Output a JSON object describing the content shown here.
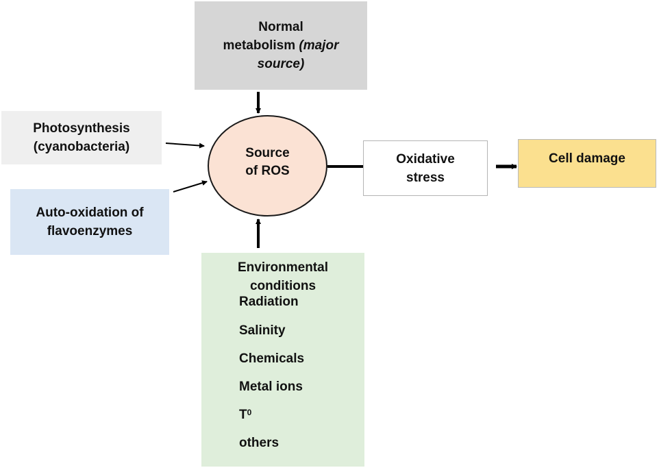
{
  "nodes": {
    "normal_metabolism": {
      "line1": "Normal",
      "line2_plain": "metabolism ",
      "line2_italic": "(major",
      "line3_italic": "source)"
    },
    "photosynthesis": {
      "line1": "Photosynthesis",
      "line2": "(cyanobacteria)"
    },
    "auto_oxidation": {
      "line1": "Auto-oxidation of",
      "line2": "flavoenzymes"
    },
    "source_of_ros": {
      "line1": "Source",
      "line2": "of ROS"
    },
    "oxidative_stress": {
      "line1": "Oxidative",
      "line2": "stress"
    },
    "cell_damage": {
      "label": "Cell damage"
    },
    "environmental": {
      "title_line1": "Environmental",
      "title_line2": "conditions",
      "items": [
        "Radiation",
        "Salinity",
        "Chemicals",
        "Metal ions",
        "T",
        "others"
      ],
      "temperature_superscript": "0"
    }
  },
  "colors": {
    "normal_metabolism_fill": "#d6d6d6",
    "photosynthesis_fill": "#efefef",
    "auto_oxidation_fill": "#dae6f4",
    "source_circle_fill": "#fbe2d4",
    "cell_damage_fill": "#fbe08f",
    "environmental_fill": "#dfeedb",
    "arrow": "#000000"
  }
}
